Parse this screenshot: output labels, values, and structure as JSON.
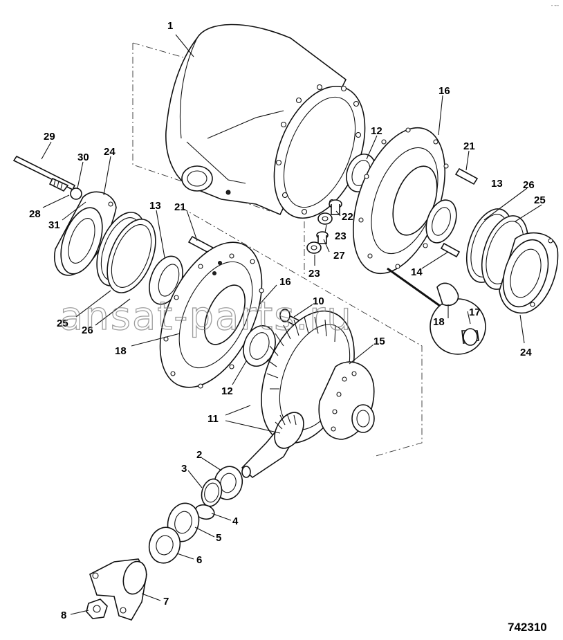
{
  "corner_mark": "ᵉ ʷᵐ",
  "drawing_number": "742310",
  "watermark": "ansat-parts.ru",
  "callouts": [
    "1",
    "16",
    "12",
    "21",
    "29",
    "30",
    "24",
    "13",
    "26",
    "25",
    "28",
    "22",
    "31",
    "23",
    "27",
    "23",
    "14",
    "21",
    "18",
    "17",
    "13",
    "16",
    "10",
    "15",
    "25",
    "26",
    "18",
    "12",
    "11",
    "24",
    "2",
    "3",
    "4",
    "5",
    "6",
    "7",
    "8"
  ]
}
